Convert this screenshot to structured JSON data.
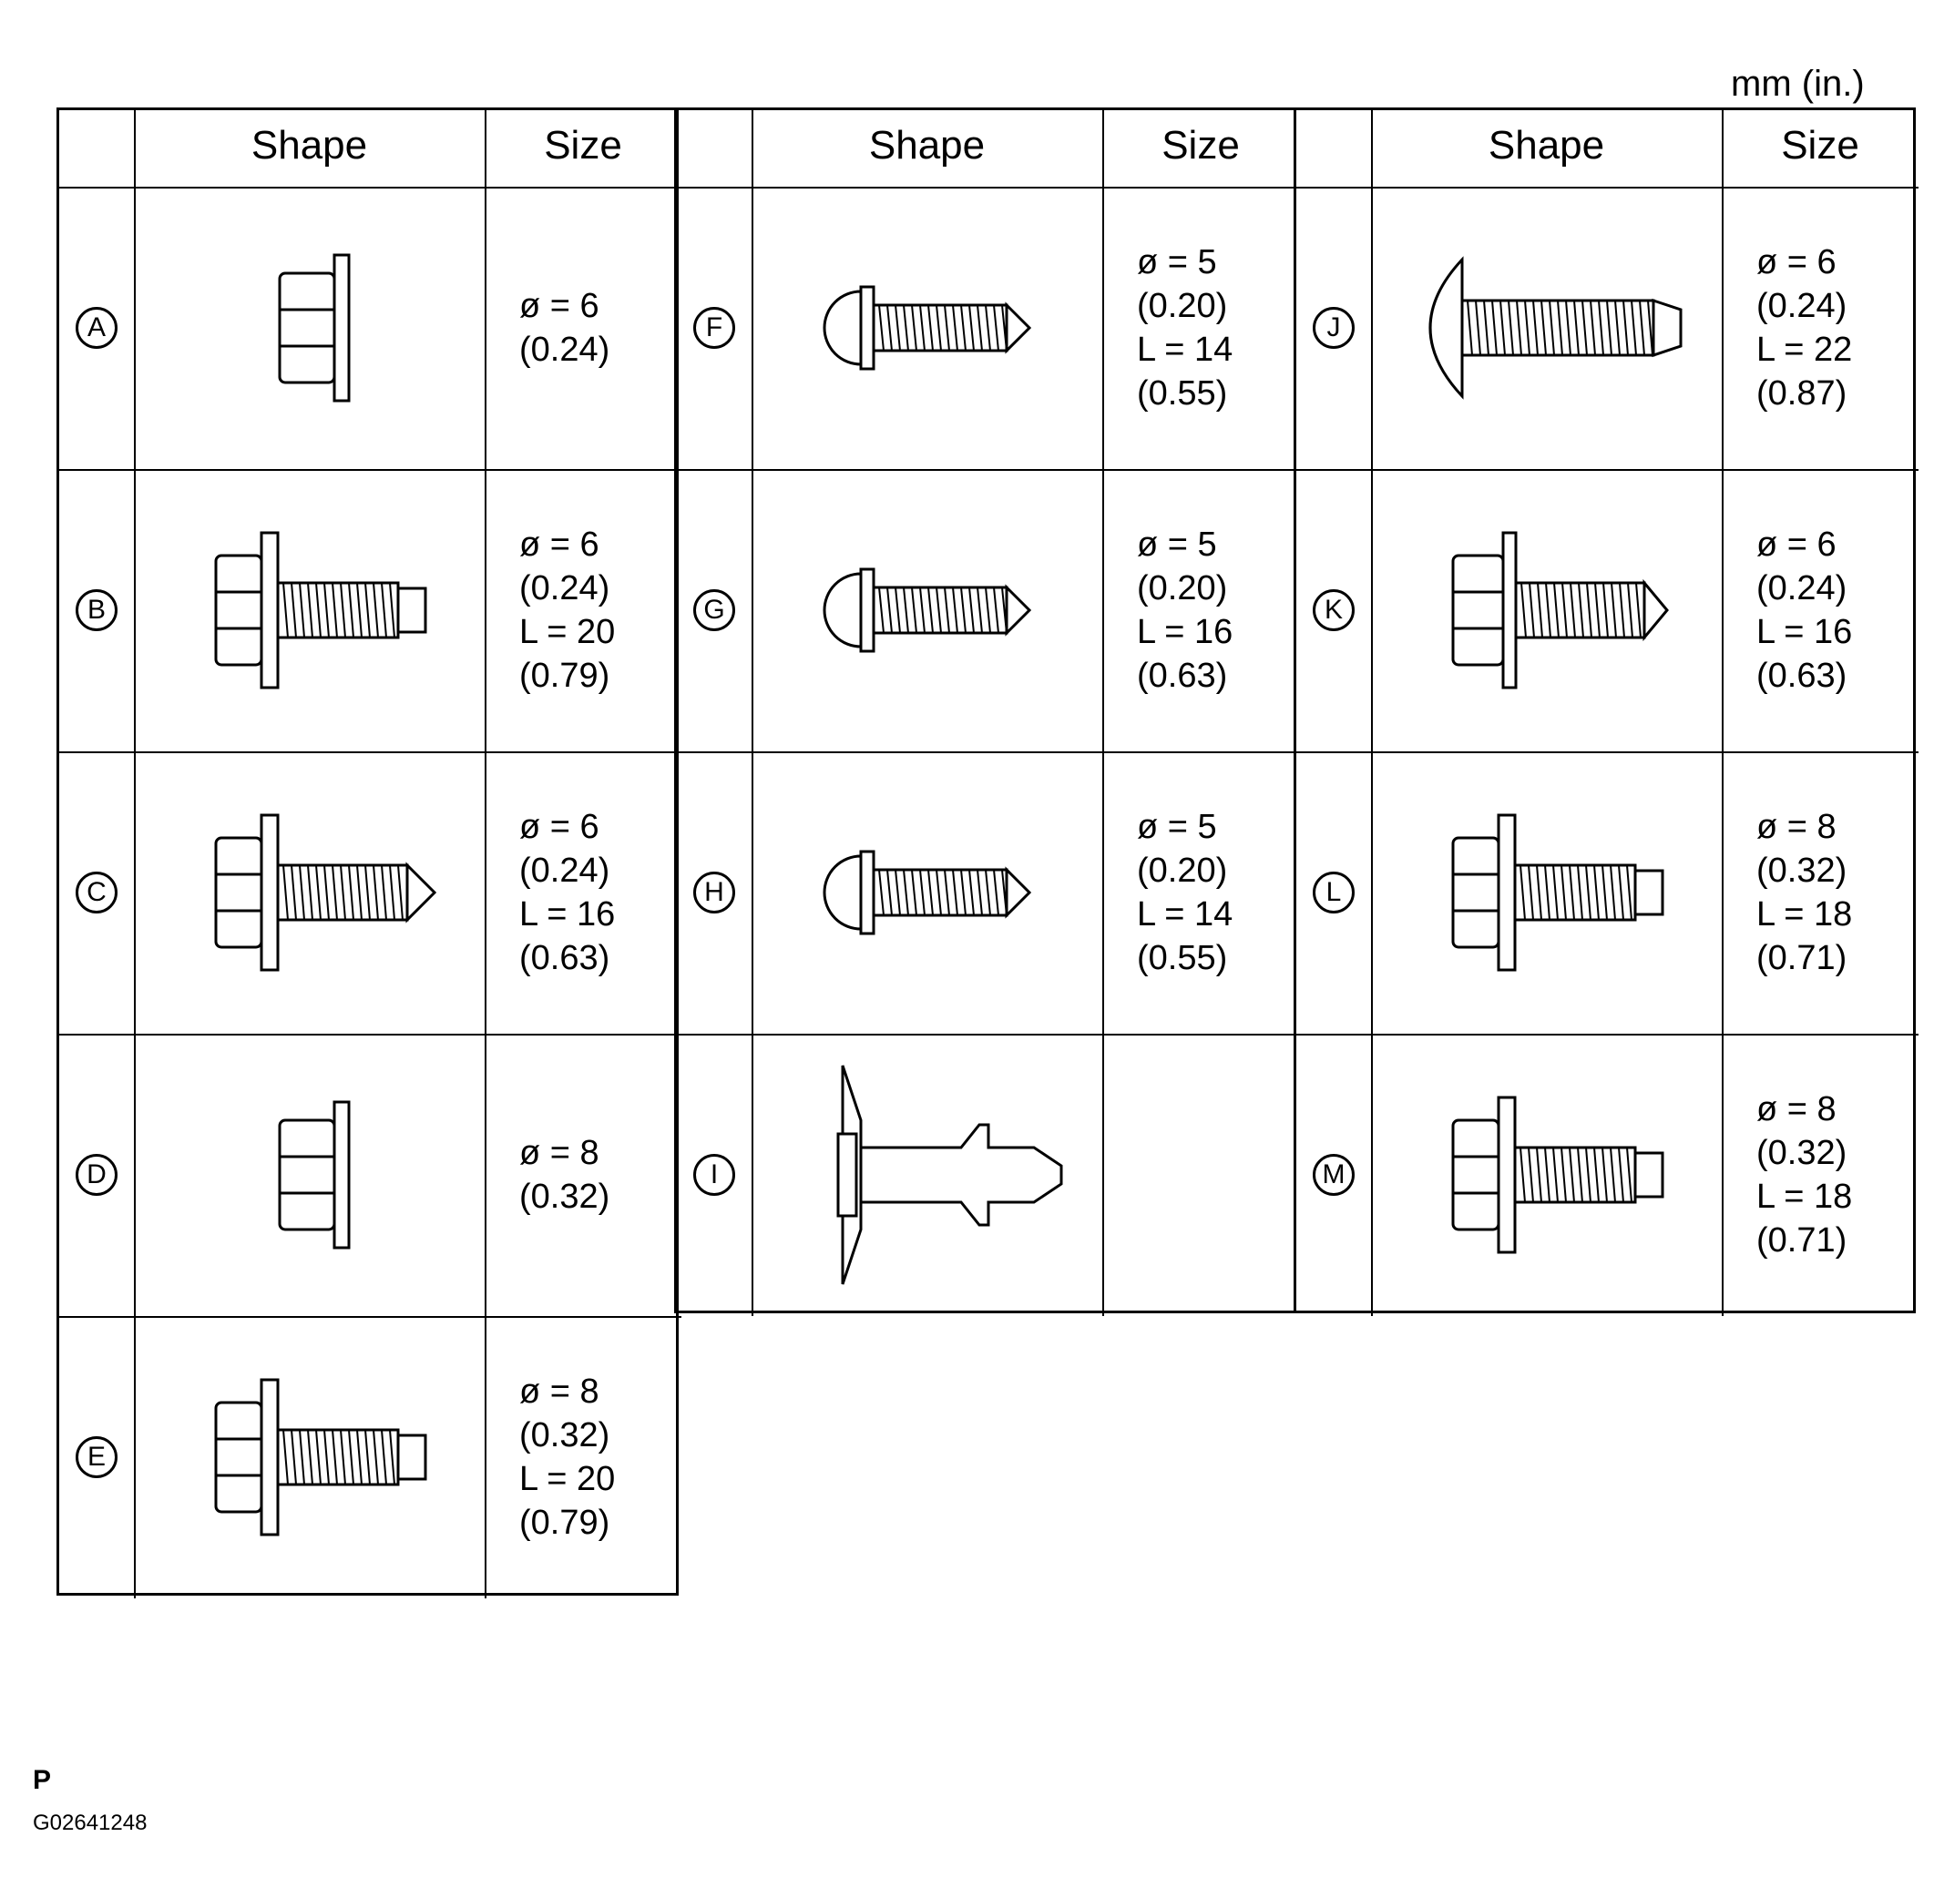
{
  "units_label": "mm (in.)",
  "headers": {
    "shape": "Shape",
    "size": "Size"
  },
  "items": [
    {
      "letter": "A",
      "size": [
        "ø = 6",
        "(0.24)"
      ],
      "icon": "flange-nut-icon"
    },
    {
      "letter": "B",
      "size": [
        "ø = 6",
        "(0.24)",
        "L = 20",
        "(0.79)"
      ],
      "icon": "washer-hex-bolt-icon"
    },
    {
      "letter": "C",
      "size": [
        "ø = 6",
        "(0.24)",
        "L = 16",
        "(0.63)"
      ],
      "icon": "washer-hex-tapping-screw-icon"
    },
    {
      "letter": "D",
      "size": [
        "ø = 8",
        "(0.32)"
      ],
      "icon": "flange-nut-icon"
    },
    {
      "letter": "E",
      "size": [
        "ø = 8",
        "(0.32)",
        "L = 20",
        "(0.79)"
      ],
      "icon": "washer-hex-bolt-icon"
    },
    {
      "letter": "F",
      "size": [
        "ø = 5",
        "(0.20)",
        "L = 14",
        "(0.55)"
      ],
      "icon": "pan-head-tapping-screw-icon"
    },
    {
      "letter": "G",
      "size": [
        "ø = 5",
        "(0.20)",
        "L = 16",
        "(0.63)"
      ],
      "icon": "pan-head-tapping-screw-icon"
    },
    {
      "letter": "H",
      "size": [
        "ø = 5",
        "(0.20)",
        "L = 14",
        "(0.55)"
      ],
      "icon": "pan-head-tapping-screw-icon"
    },
    {
      "letter": "I",
      "size": [],
      "icon": "push-clip-icon"
    },
    {
      "letter": "J",
      "size": [
        "ø = 6",
        "(0.24)",
        "L = 22",
        "(0.87)"
      ],
      "icon": "button-head-bolt-icon"
    },
    {
      "letter": "K",
      "size": [
        "ø = 6",
        "(0.24)",
        "L = 16",
        "(0.63)"
      ],
      "icon": "flange-hex-bolt-icon"
    },
    {
      "letter": "L",
      "size": [
        "ø = 8",
        "(0.32)",
        "L = 18",
        "(0.71)"
      ],
      "icon": "washer-hex-bolt-icon"
    },
    {
      "letter": "M",
      "size": [
        "ø = 8",
        "(0.32)",
        "L = 18",
        "(0.71)"
      ],
      "icon": "washer-hex-bolt-icon"
    }
  ],
  "footer": {
    "section": "P",
    "figure_id": "G02641248"
  }
}
